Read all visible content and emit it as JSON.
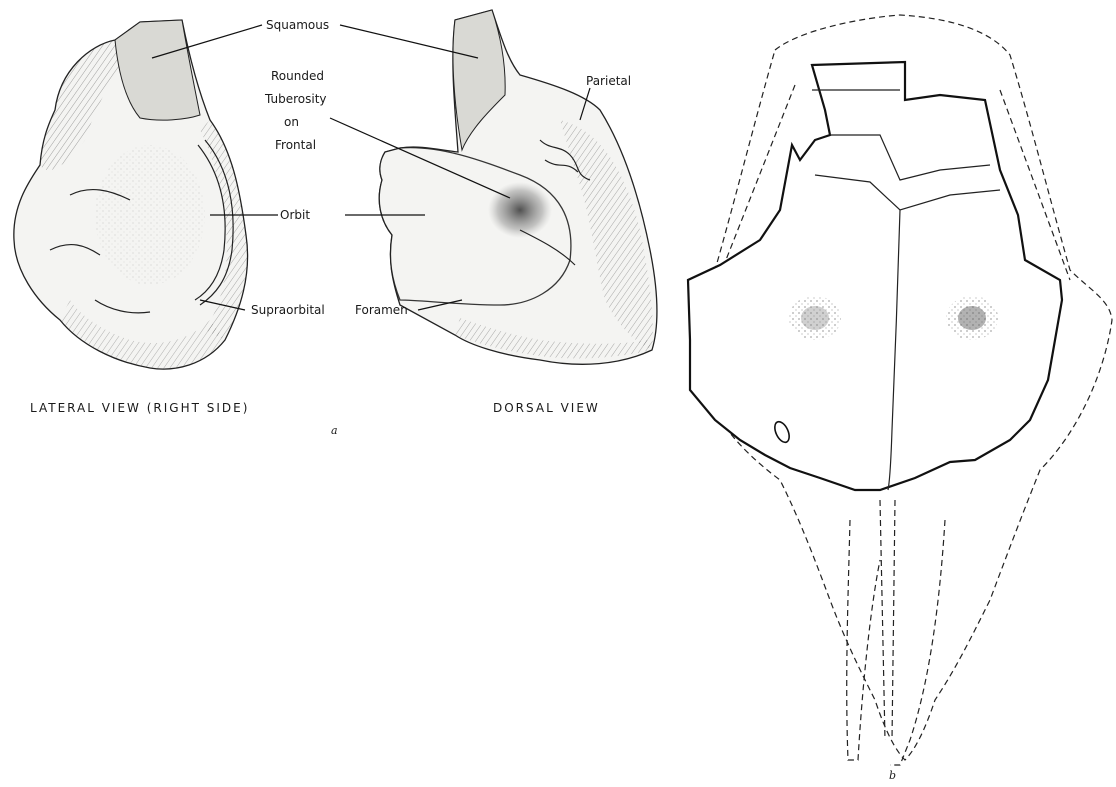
{
  "labels": {
    "squamous": "Squamous",
    "rounded_tuberosity_line1": "Rounded",
    "rounded_tuberosity_line2": "Tuberosity",
    "rounded_tuberosity_line3": "on",
    "rounded_tuberosity_line4": "Frontal",
    "parietal": "Parietal",
    "orbit": "Orbit",
    "supraorbital": "Supraorbital",
    "foramen": "Foramen"
  },
  "captions": {
    "lateral_view": "LATERAL VIEW (RIGHT SIDE)",
    "dorsal_view": "DORSAL VIEW",
    "panel_a": "a",
    "panel_b": "b"
  }
}
